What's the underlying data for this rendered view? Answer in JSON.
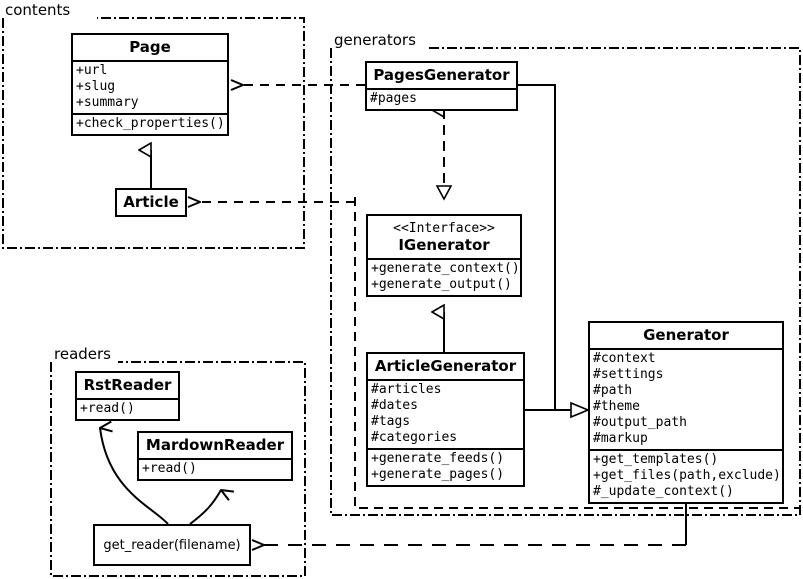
{
  "diagram": {
    "kind": "uml-class-diagram",
    "colors": {
      "stroke": "#000000",
      "background": "#ffffff"
    },
    "packages": [
      {
        "id": "contents",
        "label": "contents"
      },
      {
        "id": "generators",
        "label": "generators"
      },
      {
        "id": "readers",
        "label": "readers"
      }
    ],
    "classes": [
      {
        "id": "page",
        "name": "Page",
        "stereotype": "",
        "attributes": [
          "+url",
          "+slug",
          "+summary"
        ],
        "operations": [
          "+check_properties()"
        ]
      },
      {
        "id": "article",
        "name": "Article",
        "stereotype": "",
        "attributes": [],
        "operations": []
      },
      {
        "id": "pages-generator",
        "name": "PagesGenerator",
        "stereotype": "",
        "attributes": [
          "#pages"
        ],
        "operations": []
      },
      {
        "id": "igenerator",
        "name": "IGenerator",
        "stereotype": "<<Interface>>",
        "attributes": [],
        "operations": [
          "+generate_context()",
          "+generate_output()"
        ]
      },
      {
        "id": "article-generator",
        "name": "ArticleGenerator",
        "stereotype": "",
        "attributes": [
          "#articles",
          "#dates",
          "#tags",
          "#categories"
        ],
        "operations": [
          "+generate_feeds()",
          "+generate_pages()"
        ]
      },
      {
        "id": "generator",
        "name": "Generator",
        "stereotype": "",
        "attributes": [
          "#context",
          "#settings",
          "#path",
          "#theme",
          "#output_path",
          "#markup"
        ],
        "operations": [
          "+get_templates()",
          "+get_files(path,exclude)",
          "#_update_context()"
        ]
      },
      {
        "id": "rst-reader",
        "name": "RstReader",
        "stereotype": "",
        "attributes": [],
        "operations": [
          "+read()"
        ]
      },
      {
        "id": "mardown-reader",
        "name": "MardownReader",
        "stereotype": "",
        "attributes": [],
        "operations": [
          "+read()"
        ]
      }
    ],
    "functions": [
      {
        "id": "get-reader",
        "label": "get_reader(filename)"
      }
    ],
    "relationships": [
      {
        "from": "article",
        "to": "page",
        "type": "generalization"
      },
      {
        "from": "article-generator",
        "to": "igenerator",
        "type": "generalization"
      },
      {
        "from": "pages-generator",
        "to": "igenerator",
        "type": "realization"
      },
      {
        "from": "pages-generator",
        "to": "generator",
        "type": "aggregation"
      },
      {
        "from": "article-generator",
        "to": "generator",
        "type": "aggregation"
      },
      {
        "from": "pages-generator",
        "to": "page",
        "type": "dependency"
      },
      {
        "from": "generators",
        "to": "article",
        "type": "dependency"
      },
      {
        "from": "generator",
        "to": "get-reader",
        "type": "dependency"
      },
      {
        "from": "get-reader",
        "to": "rst-reader",
        "type": "dependency"
      },
      {
        "from": "get-reader",
        "to": "mardown-reader",
        "type": "dependency"
      }
    ]
  }
}
